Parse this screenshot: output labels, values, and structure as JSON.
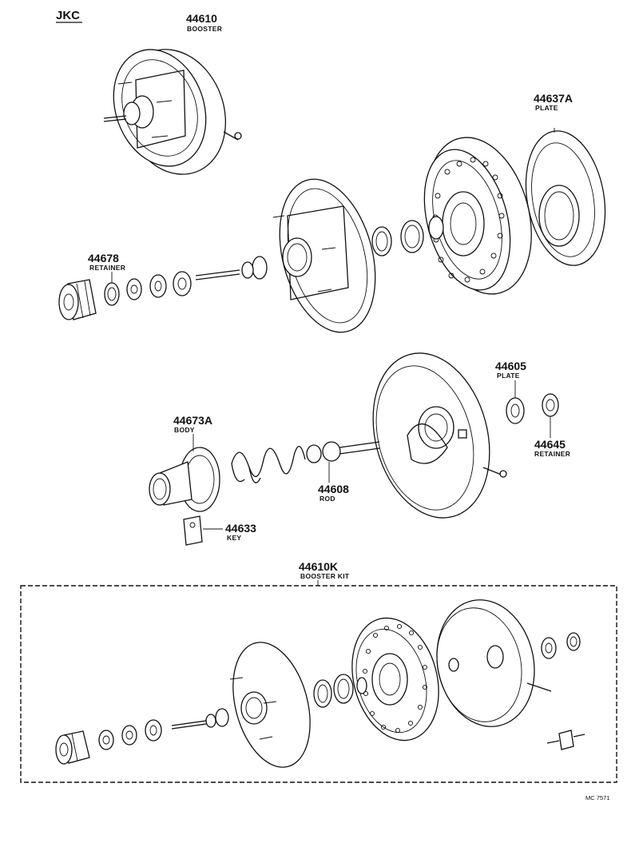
{
  "header": {
    "code": "JKC"
  },
  "parts": [
    {
      "id": "booster",
      "number": "44610",
      "name": "BOOSTER"
    },
    {
      "id": "plate-rear",
      "number": "44637A",
      "name": "PLATE"
    },
    {
      "id": "retainer-front",
      "number": "44678",
      "name": "RETAINER"
    },
    {
      "id": "plate-small",
      "number": "44605",
      "name": "PLATE"
    },
    {
      "id": "body",
      "number": "44673A",
      "name": "BODY"
    },
    {
      "id": "retainer-small",
      "number": "44645",
      "name": "RETAINER"
    },
    {
      "id": "rod",
      "number": "44608",
      "name": "ROD"
    },
    {
      "id": "key",
      "number": "44633",
      "name": "KEY"
    },
    {
      "id": "booster-kit",
      "number": "44610K",
      "name": "BOOSTER KIT"
    }
  ],
  "footer": {
    "code": "MC 7571"
  }
}
